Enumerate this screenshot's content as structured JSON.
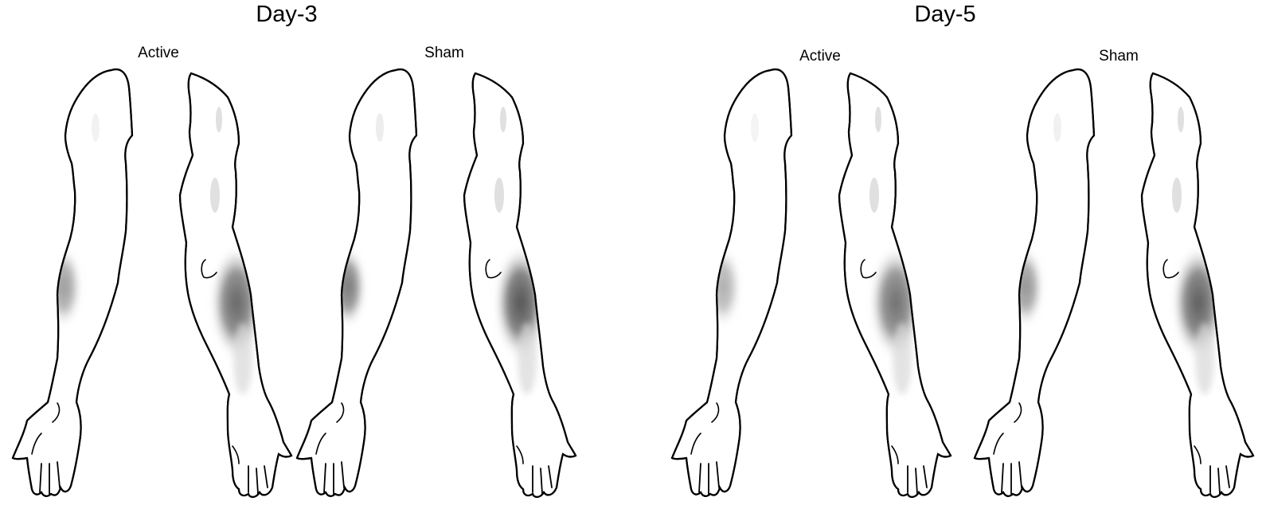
{
  "panels": [
    {
      "title": "Day-3",
      "groups": [
        {
          "label": "Active",
          "intensity": {
            "front": 0.55,
            "back": 0.85
          }
        },
        {
          "label": "Sham",
          "intensity": {
            "front": 0.75,
            "back": 0.95
          }
        }
      ]
    },
    {
      "title": "Day-5",
      "groups": [
        {
          "label": "Active",
          "intensity": {
            "front": 0.45,
            "back": 0.8
          }
        },
        {
          "label": "Sham",
          "intensity": {
            "front": 0.6,
            "back": 0.9
          }
        }
      ]
    }
  ],
  "colors": {
    "shade_dark": "#4a4a4a",
    "shade_light": "#d8d8d8",
    "outline": "#000000"
  }
}
